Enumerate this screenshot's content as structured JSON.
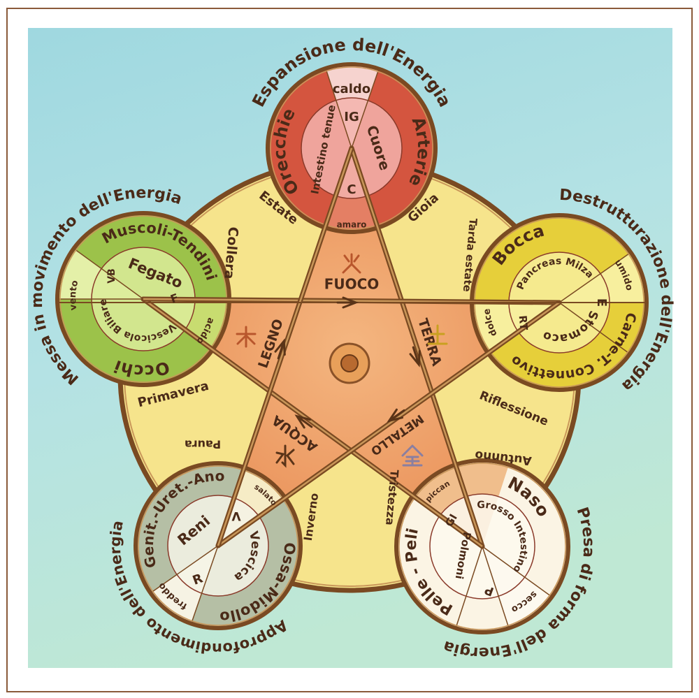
{
  "colors": {
    "frame": "#8a5a3a",
    "background_top": "#9fd8e0",
    "background_bottom": "#b8e6d8",
    "big_circle": "#f6e48c",
    "star_points": "#f4c08a",
    "pentagon": "#ec9a62",
    "line": "#7a4a22",
    "text": "#4a2a18"
  },
  "elements": [
    {
      "key": "fuoco",
      "element": "FUOCO",
      "phase": "Espansione dell'Energia",
      "season": "Estate",
      "emotion": "Gioia",
      "climate": "caldo",
      "flavor": "amaro",
      "sense_organ": "Orecchie",
      "tissue": "Arterie",
      "yin_organ": "Cuore",
      "yang_organ": "Intestino tenue",
      "yin_abbr": "C",
      "yang_abbr": "IG",
      "icon": "fire-glyph-icon",
      "ring_color": "#d4553f",
      "inner_color": "#f3b3ad",
      "pale_color": "#f6d3cf",
      "point_color": "#e47f64"
    },
    {
      "key": "terra",
      "element": "TERRA",
      "phase": "Destrutturazione dell'Energia",
      "season": "Tarda estate",
      "emotion": "Riflessione",
      "climate": "umido",
      "flavor": "dolce",
      "sense_organ": "Bocca",
      "tissue": "Carne-T. Connettivo",
      "yin_organ": "Pancreas Milza",
      "yang_organ": "Stomaco",
      "yin_abbr": "RT",
      "yang_abbr": "E",
      "icon": "earth-glyph-icon",
      "ring_color": "#e6cf3a",
      "inner_color": "#f7ef9e",
      "pale_color": "#f7ef9e",
      "point_color": "#e6cf3a"
    },
    {
      "key": "metallo",
      "element": "METALLO",
      "phase": "Presa di forma dell'Energia",
      "season": "Autunno",
      "emotion": "Tristezza",
      "climate": "secco",
      "flavor": "piccan",
      "sense_organ": "Naso",
      "tissue": "Pelle - Peli",
      "yin_organ": "Polmoni",
      "yang_organ": "Grosso Intestino",
      "yin_abbr": "P",
      "yang_abbr": "GI",
      "icon": "metal-glyph-icon",
      "ring_color": "#fbf4e4",
      "inner_color": "#fdf9ef",
      "pale_color": "#fdf9ef",
      "point_color": "#f0be8c"
    },
    {
      "key": "acqua",
      "element": "ACQUA",
      "phase": "Approfondimento dell'Energia",
      "season": "Inverno",
      "emotion": "Paura",
      "climate": "freddo",
      "flavor": "salato",
      "sense_organ": "Genit.-Uret.-Ano",
      "tissue": "Ossa-Midollo",
      "yin_organ": "Reni",
      "yang_organ": "Vescica",
      "yin_abbr": "R",
      "yang_abbr": "V",
      "icon": "water-glyph-icon",
      "ring_color": "#b5bfa5",
      "inner_color": "#f4f3e6",
      "pale_color": "#f6f3e4",
      "point_color": "#f6ecc6"
    },
    {
      "key": "legno",
      "element": "LEGNO",
      "phase": "Messa in movimento dell'Energia",
      "season": "Primavera",
      "emotion": "Collera",
      "climate": "vento",
      "flavor": "acido",
      "sense_organ": "Occhi",
      "tissue": "Muscoli-Tendini",
      "yin_organ": "Fegato",
      "yang_organ": "Vescicola Biliare",
      "yin_abbr": "F",
      "yang_abbr": "VB",
      "icon": "wood-glyph-icon",
      "ring_color": "#9cc24a",
      "inner_color": "#dcec9a",
      "pale_color": "#e4f0a8",
      "point_color": "#c8dc70"
    }
  ]
}
